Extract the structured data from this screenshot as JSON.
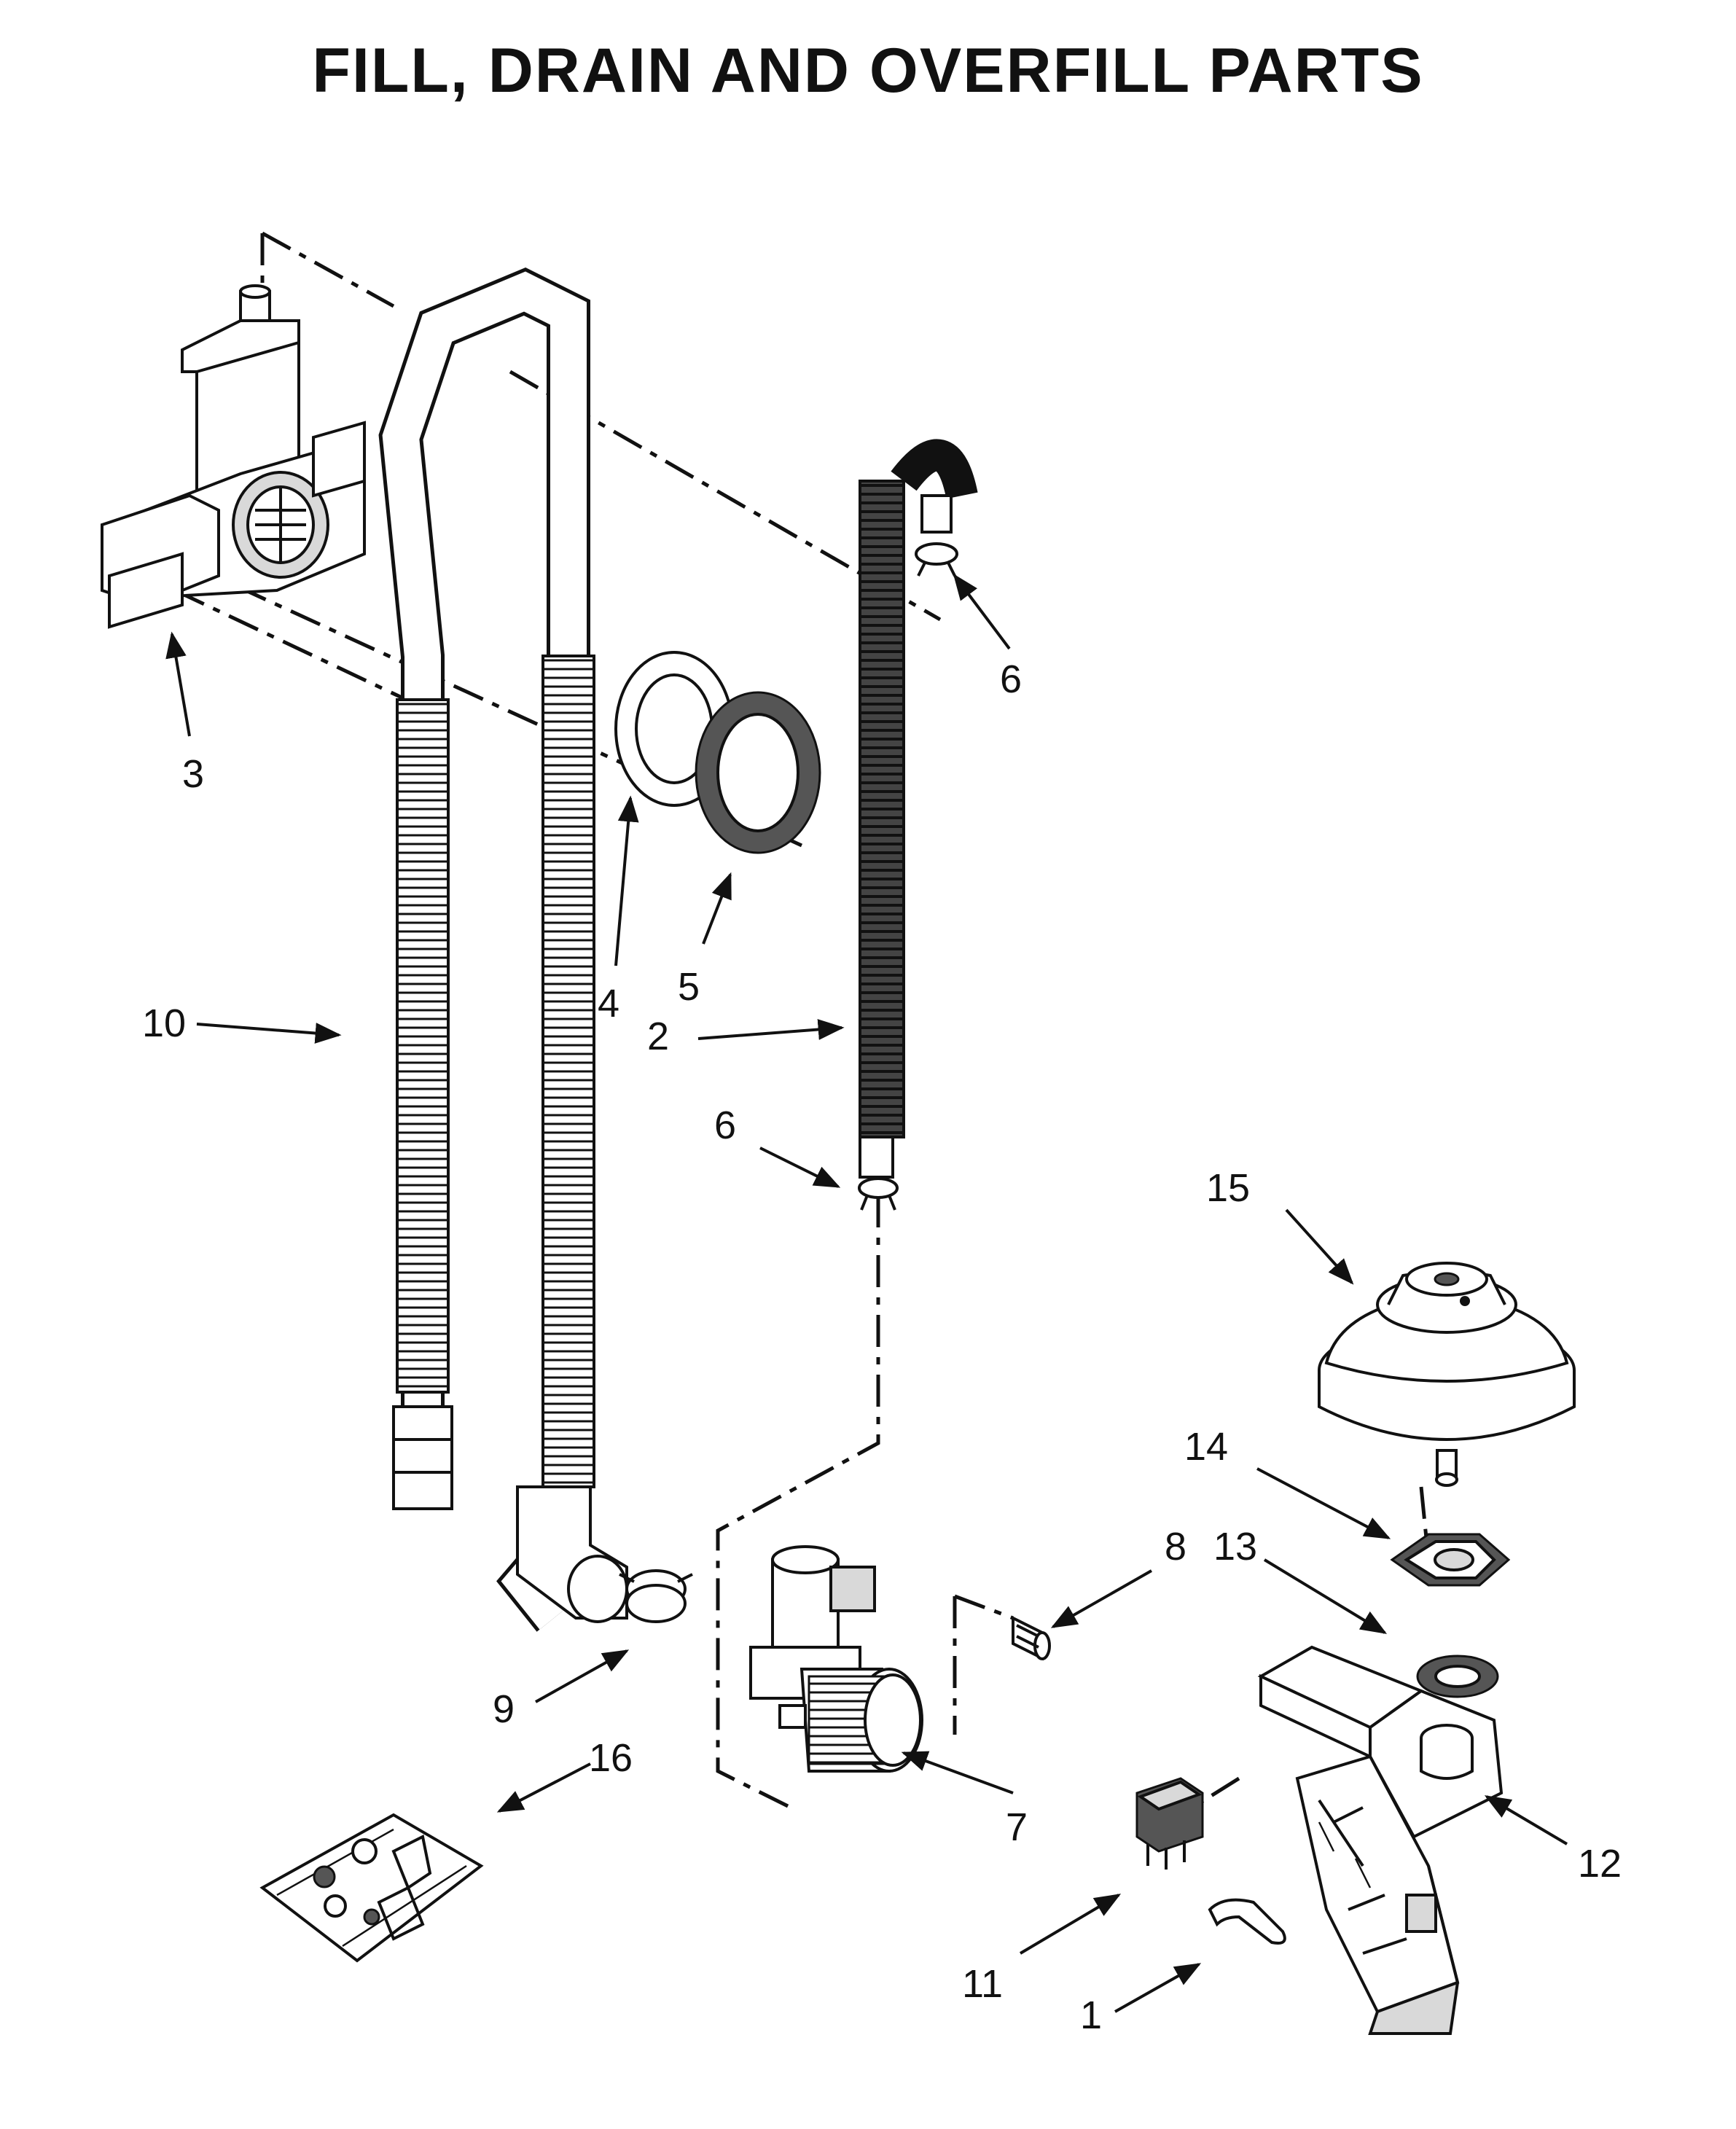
{
  "title": "FILL, DRAIN AND OVERFILL PARTS",
  "callouts": {
    "c1": "1",
    "c2": "2",
    "c3": "3",
    "c4": "4",
    "c5": "5",
    "c6a": "6",
    "c6b": "6",
    "c7": "7",
    "c8": "8",
    "c9": "9",
    "c10": "10",
    "c11": "11",
    "c12": "12",
    "c13": "13",
    "c14": "14",
    "c15": "15",
    "c16": "16"
  }
}
